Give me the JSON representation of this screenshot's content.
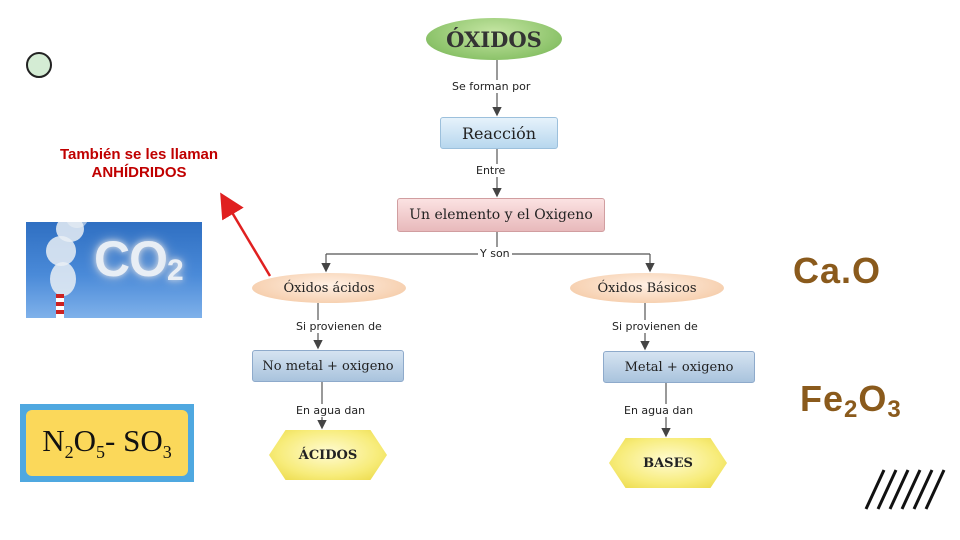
{
  "note": {
    "line1": "También se les llaman",
    "line2": "ANHÍDRIDOS"
  },
  "co2_image": {
    "text_main": "CO",
    "text_sub": "2"
  },
  "formula_card": {
    "parts": [
      "N",
      "2",
      "O",
      "5",
      "- SO",
      "3"
    ]
  },
  "diagram": {
    "root": "ÓXIDOS",
    "label_forman": "Se forman por",
    "reaction": "Reacción",
    "label_entre": "Entre",
    "element_oxygen": "Un elemento y el Oxigeno",
    "label_y_son": "Y son",
    "acid_oxides": "Óxidos  ácidos",
    "basic_oxides": "Óxidos  Básicos",
    "label_provienen_left": "Si provienen de",
    "label_provienen_right": "Si provienen de",
    "nonmetal_oxygen": "No metal + oxigeno",
    "metal_oxygen": "Metal + oxigeno",
    "label_agua_left": "En agua dan",
    "label_agua_right": "En agua dan",
    "acids": "ÁCIDOS",
    "bases": "BASES"
  },
  "examples": {
    "cao": "Ca.O",
    "fe2o3": {
      "fe": "Fe",
      "sub1": "2",
      "o": "O",
      "sub2": "3"
    }
  },
  "colors": {
    "note_red": "#c00000",
    "arrow_red": "#e02020",
    "formula_brown": "#8a5a1c"
  }
}
